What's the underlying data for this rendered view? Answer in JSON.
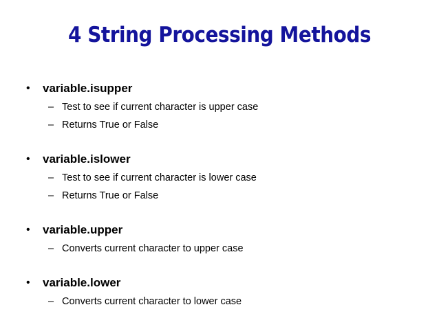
{
  "slide": {
    "title": "4 String Processing Methods",
    "items": [
      {
        "bullet": "•",
        "label": "variable.isupper",
        "subitems": [
          {
            "dash": "–",
            "text": "Test to see if current character is upper case"
          },
          {
            "dash": "–",
            "text": "Returns True or False"
          }
        ]
      },
      {
        "bullet": "•",
        "label": "variable.islower",
        "subitems": [
          {
            "dash": "–",
            "text": "Test to see if current character is lower case"
          },
          {
            "dash": "–",
            "text": "Returns True or False"
          }
        ]
      },
      {
        "bullet": "•",
        "label": "variable.upper",
        "subitems": [
          {
            "dash": "–",
            "text": "Converts current character to upper case"
          }
        ]
      },
      {
        "bullet": "•",
        "label": "variable.lower",
        "subitems": [
          {
            "dash": "–",
            "text": "Converts current character to lower case"
          }
        ]
      }
    ]
  },
  "colors": {
    "title": "#14149c",
    "text": "#000000",
    "background": "#ffffff"
  }
}
